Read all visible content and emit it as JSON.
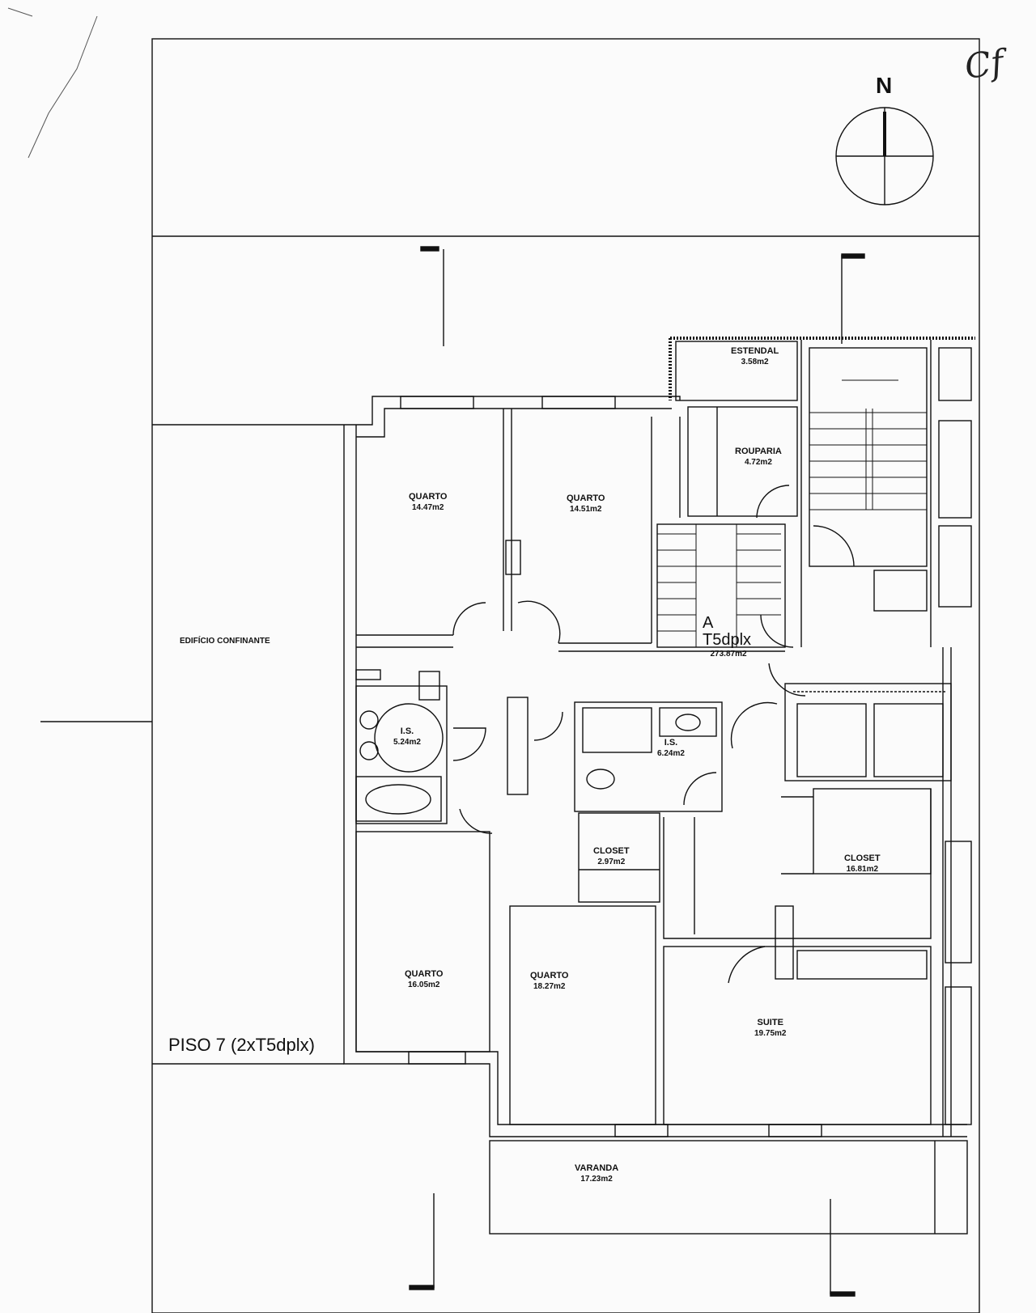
{
  "plan": {
    "title": "PISO 7 (2xT5dplx)",
    "north_label": "N",
    "neighbor_label": "EDIFÍCIO CONFINANTE",
    "unit": {
      "letter": "A",
      "type": "T5dplx",
      "area": "273.87m2"
    },
    "rooms": [
      {
        "name": "ESTENDAL",
        "area": "3.58m2"
      },
      {
        "name": "ROUPARIA",
        "area": "4.72m2"
      },
      {
        "name": "QUARTO",
        "area": "14.47m2"
      },
      {
        "name": "QUARTO",
        "area": "14.51m2"
      },
      {
        "name": "I.S.",
        "area": "5.24m2"
      },
      {
        "name": "I.S.",
        "area": "6.24m2"
      },
      {
        "name": "CLOSET",
        "area": "2.97m2"
      },
      {
        "name": "CLOSET",
        "area": "16.81m2"
      },
      {
        "name": "QUARTO",
        "area": "16.05m2"
      },
      {
        "name": "QUARTO",
        "area": "18.27m2"
      },
      {
        "name": "SUITE",
        "area": "19.75m2"
      },
      {
        "name": "VARANDA",
        "area": "17.23m2"
      }
    ],
    "signature": "Cf"
  }
}
